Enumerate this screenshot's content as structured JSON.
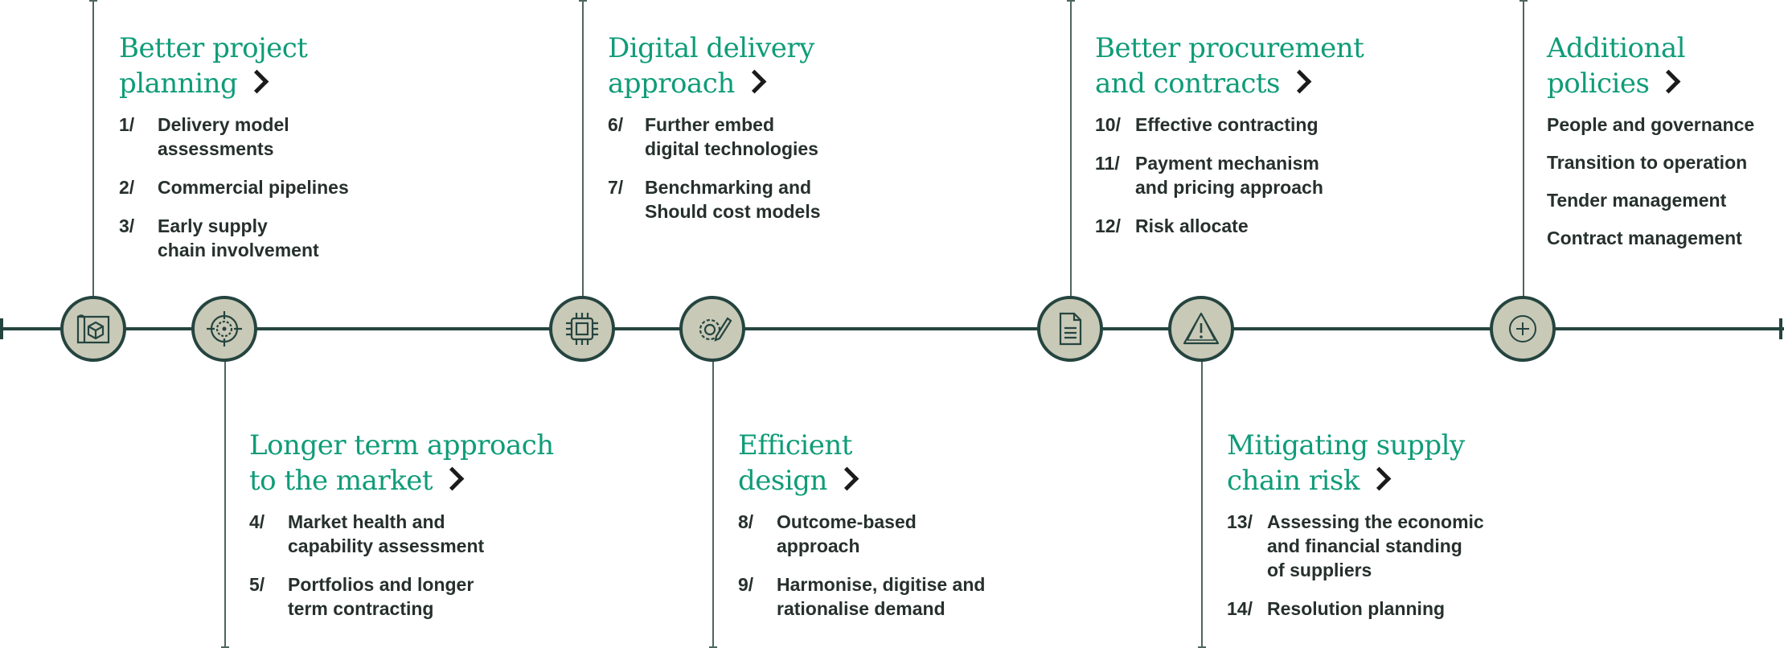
{
  "timeline": {
    "accent": "#0f9c78",
    "line_color": "#25443f",
    "node_fill": "#c8c9b7"
  },
  "nodes": [
    {
      "icon": "blueprint-box-icon"
    },
    {
      "icon": "target-icon"
    },
    {
      "icon": "chip-icon"
    },
    {
      "icon": "gear-pencil-icon"
    },
    {
      "icon": "document-icon"
    },
    {
      "icon": "warning-icon"
    },
    {
      "icon": "plus-icon"
    }
  ],
  "groups": {
    "planning": {
      "heading": [
        "Better project",
        "planning"
      ],
      "items": [
        {
          "num": "1/",
          "text": [
            "Delivery model",
            "assessments"
          ]
        },
        {
          "num": "2/",
          "text": [
            "Commercial pipelines"
          ]
        },
        {
          "num": "3/",
          "text": [
            "Early supply",
            "chain involvement"
          ]
        }
      ]
    },
    "market": {
      "heading": [
        "Longer term approach",
        "to the market"
      ],
      "items": [
        {
          "num": "4/",
          "text": [
            "Market health and",
            "capability assessment"
          ]
        },
        {
          "num": "5/",
          "text": [
            "Portfolios and longer",
            "term contracting"
          ]
        }
      ]
    },
    "digital": {
      "heading": [
        "Digital delivery",
        "approach"
      ],
      "items": [
        {
          "num": "6/",
          "text": [
            "Further embed",
            "digital technologies"
          ]
        },
        {
          "num": "7/",
          "text": [
            "Benchmarking and",
            "Should cost models"
          ]
        }
      ]
    },
    "design": {
      "heading": [
        "Efficient",
        "design"
      ],
      "items": [
        {
          "num": "8/",
          "text": [
            "Outcome-based",
            "approach"
          ]
        },
        {
          "num": "9/",
          "text": [
            "Harmonise, digitise and",
            "rationalise demand"
          ]
        }
      ]
    },
    "procurement": {
      "heading": [
        "Better procurement",
        "and contracts"
      ],
      "items": [
        {
          "num": "10/",
          "text": [
            "Effective contracting"
          ]
        },
        {
          "num": "11/",
          "text": [
            "Payment mechanism",
            "and pricing approach"
          ]
        },
        {
          "num": "12/",
          "text": [
            "Risk allocate"
          ]
        }
      ]
    },
    "supply": {
      "heading": [
        "Mitigating supply",
        "chain risk"
      ],
      "items": [
        {
          "num": "13/",
          "text": [
            "Assessing the economic",
            "and financial standing",
            "of suppliers"
          ]
        },
        {
          "num": "14/",
          "text": [
            "Resolution planning"
          ]
        }
      ]
    },
    "policies": {
      "heading": [
        "Additional",
        "policies"
      ],
      "items": [
        {
          "text": [
            "People and governance"
          ]
        },
        {
          "text": [
            "Transition to operation"
          ]
        },
        {
          "text": [
            "Tender management"
          ]
        },
        {
          "text": [
            "Contract management"
          ]
        }
      ]
    }
  }
}
